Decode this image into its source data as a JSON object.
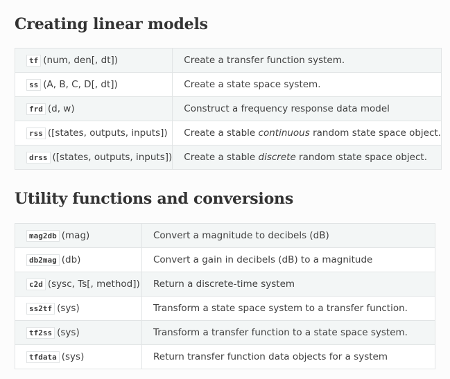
{
  "sections": [
    {
      "title": "Creating linear models",
      "rows": [
        {
          "code": "tf",
          "sig": "(num, den[, dt])",
          "desc": [
            {
              "t": "Create a transfer function system."
            }
          ]
        },
        {
          "code": "ss",
          "sig": "(A, B, C, D[, dt])",
          "desc": [
            {
              "t": "Create a state space system."
            }
          ]
        },
        {
          "code": "frd",
          "sig": "(d, w)",
          "desc": [
            {
              "t": "Construct a frequency response data model"
            }
          ]
        },
        {
          "code": "rss",
          "sig": "([states, outputs, inputs])",
          "desc": [
            {
              "t": "Create a stable "
            },
            {
              "t": "continuous",
              "em": true
            },
            {
              "t": " random state space object."
            }
          ]
        },
        {
          "code": "drss",
          "sig": "([states, outputs, inputs])",
          "desc": [
            {
              "t": "Create a stable "
            },
            {
              "t": "discrete",
              "em": true
            },
            {
              "t": " random state space object."
            }
          ]
        }
      ]
    },
    {
      "title": "Utility functions and conversions",
      "rows": [
        {
          "code": "mag2db",
          "sig": "(mag)",
          "desc": [
            {
              "t": "Convert a magnitude to decibels (dB)"
            }
          ]
        },
        {
          "code": "db2mag",
          "sig": "(db)",
          "desc": [
            {
              "t": "Convert a gain in decibels (dB) to a magnitude"
            }
          ]
        },
        {
          "code": "c2d",
          "sig": "(sysc, Ts[, method])",
          "desc": [
            {
              "t": "Return a discrete-time system"
            }
          ]
        },
        {
          "code": "ss2tf",
          "sig": "(sys)",
          "desc": [
            {
              "t": "Transform a state space system to a transfer function."
            }
          ]
        },
        {
          "code": "tf2ss",
          "sig": "(sys)",
          "desc": [
            {
              "t": "Transform a transfer function to a state space system."
            }
          ]
        },
        {
          "code": "tfdata",
          "sig": "(sys)",
          "desc": [
            {
              "t": "Return transfer function data objects for a system"
            }
          ]
        }
      ]
    }
  ]
}
